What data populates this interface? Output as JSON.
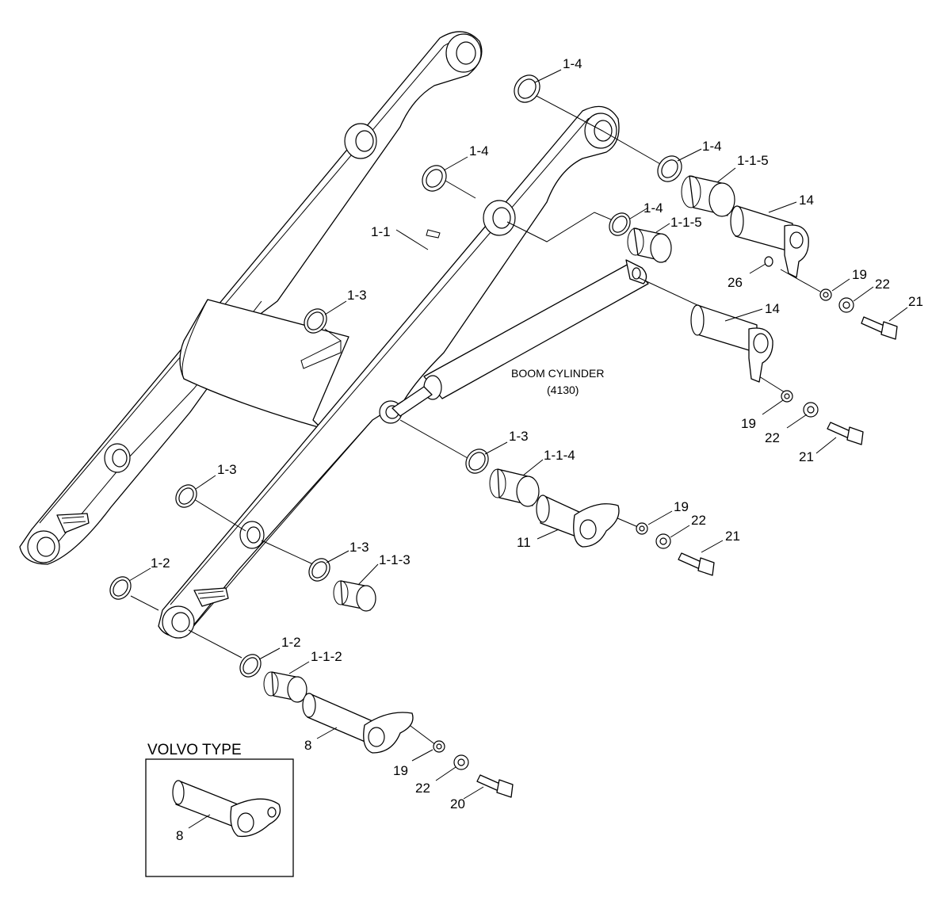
{
  "labels": {
    "l_1_4_a": "1-4",
    "l_1_4_b": "1-4",
    "l_1_4_c": "1-4",
    "l_1_4_d": "1-4",
    "l_1_1_5_a": "1-1-5",
    "l_1_1_5_b": "1-1-5",
    "l_14_a": "14",
    "l_14_b": "14",
    "l_1_1": "1-1",
    "l_26": "26",
    "l_19_a": "19",
    "l_22_a": "22",
    "l_21_a": "21",
    "l_1_3_a": "1-3",
    "l_1_3_b": "1-3",
    "l_1_3_c": "1-3",
    "l_1_3_d": "1-3",
    "l_19_b": "19",
    "l_22_b": "22",
    "l_21_b": "21",
    "l_1_1_4": "1-1-4",
    "l_19_c": "19",
    "l_22_c": "22",
    "l_21_c": "21",
    "l_11": "11",
    "l_1_1_3": "1-1-3",
    "l_1_2_a": "1-2",
    "l_1_2_b": "1-2",
    "l_1_1_2": "1-1-2",
    "l_8": "8",
    "l_19_d": "19",
    "l_22_d": "22",
    "l_20": "20",
    "l_8_volvo": "8"
  },
  "boom_cylinder": {
    "name": "BOOM CYLINDER",
    "ref": "(4130)"
  },
  "inset": {
    "title": "VOLVO TYPE"
  }
}
